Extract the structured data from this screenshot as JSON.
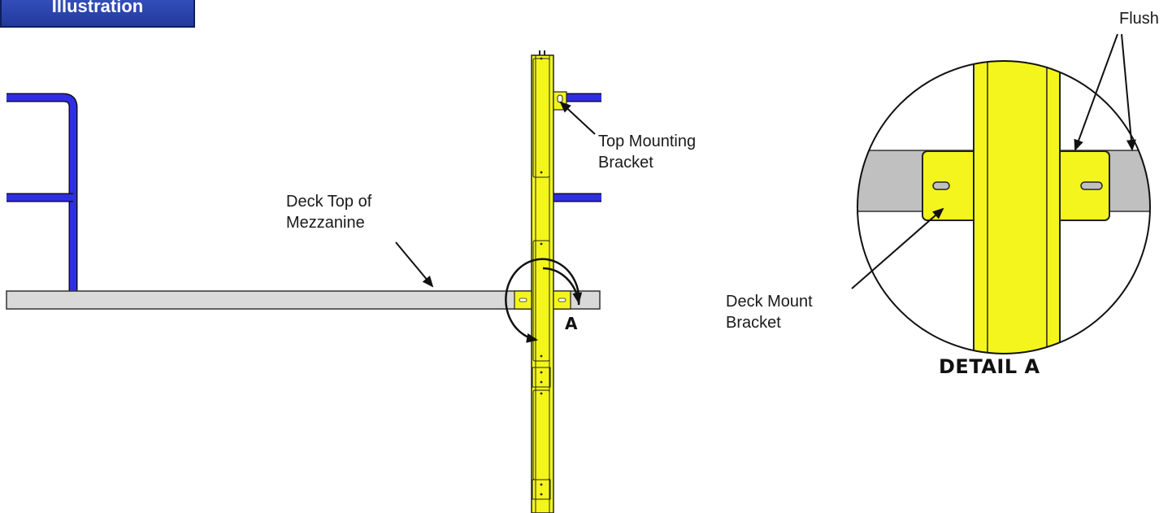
{
  "header": {
    "tab_label": "Illustration"
  },
  "labels": {
    "top_bracket": [
      "Top Mounting",
      "Bracket"
    ],
    "deck_top": [
      "Deck Top of",
      "Mezzanine"
    ],
    "deck_mount": [
      "Deck Mount",
      "Bracket"
    ],
    "flush": "Flush",
    "detail_marker": "A",
    "detail_title": "DETAIL A"
  },
  "colors": {
    "rail": "#2e2ee6",
    "post": "#f5f51e",
    "deck": "#d9d9d9",
    "outline": "#000000"
  }
}
